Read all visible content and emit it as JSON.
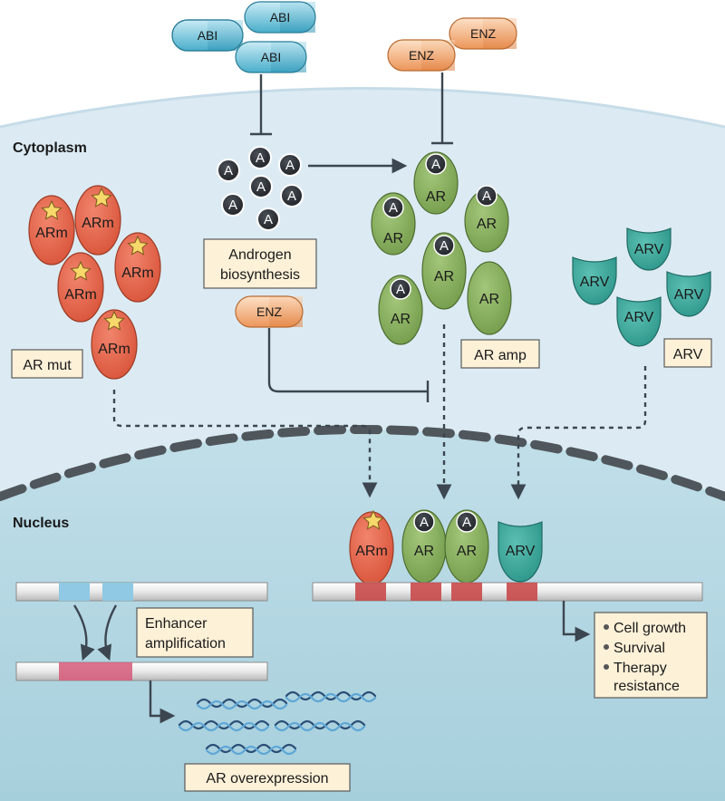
{
  "regions": {
    "cytoplasm": "Cytoplasm",
    "nucleus": "Nucleus"
  },
  "drugs": {
    "abi": "ABI",
    "enz": "ENZ"
  },
  "molecules": {
    "androgen": "A",
    "ar": "AR",
    "ar_mutant": "ARm",
    "ar_variant": "ARV"
  },
  "boxes": {
    "androgen_biosynthesis_line1": "Androgen",
    "androgen_biosynthesis_line2": "biosynthesis",
    "ar_mut": "AR mut",
    "ar_amp": "AR amp",
    "arv": "ARV",
    "enhancer_line1": "Enhancer",
    "enhancer_line2": "amplification",
    "ar_overexpression": "AR overexpression"
  },
  "outcomes": {
    "items": [
      "Cell growth",
      "Survival",
      "Therapy"
    ],
    "continuation": "resistance"
  },
  "colors": {
    "cytoplasm": "#dcebf3",
    "nucleus": "#b3d6e2",
    "abi": "#5db8d4",
    "enz": "#f0a36d",
    "ar_green": "#86ad5c",
    "ar_mut_red": "#e8674d",
    "arv_teal": "#3ba79c",
    "androgen_dark": "#2f3338",
    "label_box": "#fdf1d8",
    "dna_red": "#c94a4a",
    "dna_blue": "#8fc9e3",
    "dna_pink": "#d65a7a"
  }
}
